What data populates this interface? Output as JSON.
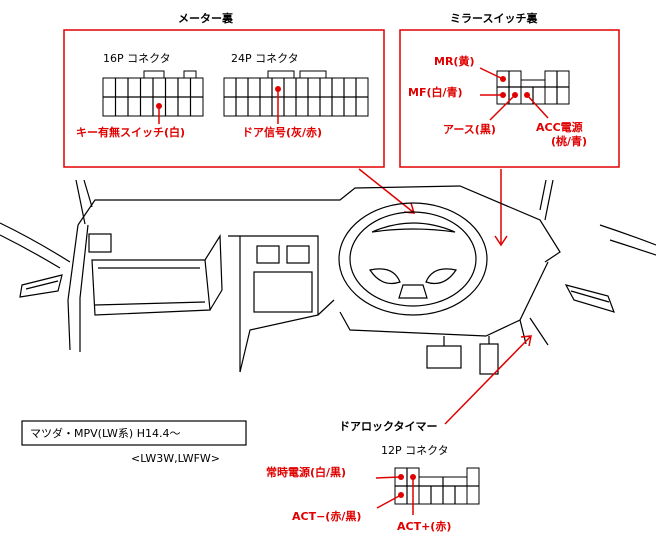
{
  "colors": {
    "accent": "#e00000",
    "line": "#000000",
    "background": "#ffffff"
  },
  "meter": {
    "title": "メーター裏",
    "connector16_label": "16P コネクタ",
    "connector24_label": "24P コネクタ",
    "key_switch_label": "キー有無スイッチ(白)",
    "door_signal_label": "ドア信号(灰/赤)"
  },
  "mirror": {
    "title": "ミラースイッチ裏",
    "mr_label": "MR(黄)",
    "mf_label": "MF(白/青)",
    "ground_label": "アース(黒)",
    "acc_label_line1": "ACC電源",
    "acc_label_line2": "(桃/青)"
  },
  "vehicle": {
    "title": "マツダ・MPV(LW系)   H14.4～",
    "models": "<LW3W,LWFW>"
  },
  "door_lock_timer": {
    "title": "ドアロックタイマー",
    "connector12_label": "12P コネクタ",
    "constant_power_label": "常時電源(白/黒)",
    "act_minus_label": "ACT−(赤/黒)",
    "act_plus_label": "ACT+(赤)"
  }
}
